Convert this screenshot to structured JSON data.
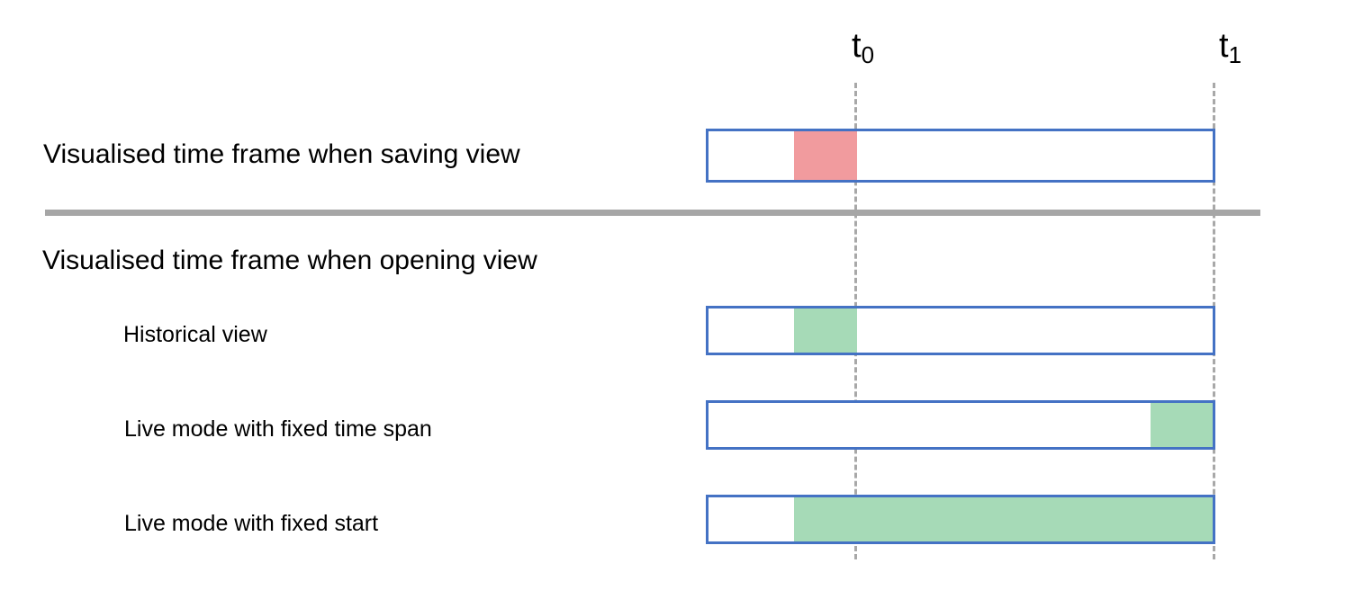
{
  "colors": {
    "background": "#ffffff",
    "text": "#000000",
    "bar_border": "#4472c4",
    "red_fill": "#f19b9e",
    "green_fill": "#a6dab7",
    "divider": "#a6a6a6",
    "dashed_line": "#a8a8a8"
  },
  "timeline": {
    "t0": {
      "base": "t",
      "sub": "0"
    },
    "t1": {
      "base": "t",
      "sub": "1"
    }
  },
  "sections": {
    "saving": {
      "label": "Visualised time frame when saving view",
      "segment": {
        "from": 0.17,
        "to": 0.295,
        "color": "red_fill"
      }
    },
    "opening": {
      "label": "Visualised time frame when opening view",
      "rows": [
        {
          "label": "Historical view",
          "segment": {
            "from": 0.17,
            "to": 0.295,
            "color": "green_fill"
          }
        },
        {
          "label": "Live mode with fixed time span",
          "segment": {
            "from": 0.876,
            "to": 1.0,
            "color": "green_fill"
          }
        },
        {
          "label": "Live mode with fixed start",
          "segment": {
            "from": 0.17,
            "to": 1.0,
            "color": "green_fill"
          }
        }
      ]
    }
  }
}
